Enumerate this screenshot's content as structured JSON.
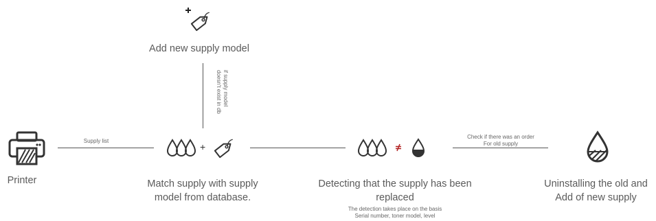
{
  "top": {
    "icon": "tag-add-icon",
    "label": "Add new supply model"
  },
  "branch_note": {
    "line1": "if supply model",
    "line2": "doesn't exist in db"
  },
  "nodes": [
    {
      "id": "printer",
      "icon": "printer-icon",
      "label": "Printer"
    },
    {
      "id": "match",
      "icons": [
        "ink-drops-icon",
        "tag-icon"
      ],
      "operator": "+",
      "label_lines": [
        "Match supply with supply",
        "model from database."
      ]
    },
    {
      "id": "detect",
      "icons": [
        "ink-drops-icon",
        "ink-drop-half-icon"
      ],
      "operator": "≠",
      "label_lines": [
        "Detecting that the supply has been",
        "replaced"
      ],
      "note_lines": [
        "The detection takes place on the basis",
        "Serial number, toner model, level"
      ]
    },
    {
      "id": "uninstall",
      "icon": "ink-drop-low-icon",
      "label_lines": [
        "Uninstalling the old and",
        "Add of new supply"
      ]
    }
  ],
  "edges": [
    {
      "from": "printer",
      "to": "match",
      "label": "Supply list"
    },
    {
      "from": "match",
      "to": "detect",
      "label": ""
    },
    {
      "from": "detect",
      "to": "uninstall",
      "label_lines": [
        "Check if there was an order",
        "For old supply"
      ]
    }
  ],
  "colors": {
    "line": "#555555",
    "accent": "#b22222"
  }
}
